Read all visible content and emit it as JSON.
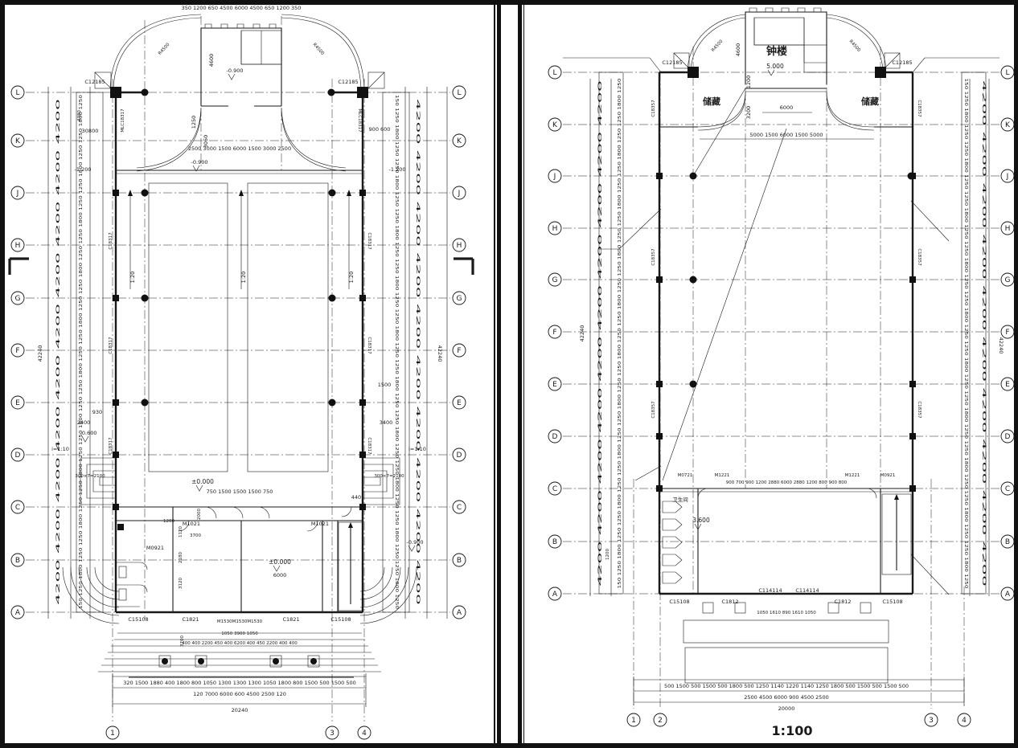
{
  "sheet": {
    "scale": "1:100"
  },
  "left": {
    "rows": [
      "L",
      "K",
      "J",
      "H",
      "G",
      "F",
      "E",
      "D",
      "C",
      "B",
      "A"
    ],
    "cols": [
      "1",
      "3",
      "4"
    ],
    "labels": {
      "c12185": "C12185",
      "mlc": "MLC18317",
      "c18317": "C18317",
      "ramp20": "1:20",
      "ramp10": "i=1:10",
      "r4500": "R4500",
      "m1530row": "M1530M1530M1530",
      "m1021": "M1021",
      "m0921": "M0921",
      "c15108": "C15108",
      "c1821": "C1821",
      "steps": "300×7=2100"
    },
    "levels": {
      "tower": "-0.900",
      "narthex": "-0.900",
      "nave": "±0.000",
      "vestibule": "±0.000",
      "porch": "-0.900",
      "side_l": "-1.200",
      "side_r": "-1.200",
      "ramp": "-0.600"
    },
    "dims": {
      "top": "350 1200 650        4500                    6000                    4500        650 1200 350",
      "below_k": "2500      3000      1500          6000          1500      3000      2500",
      "tower_h": "4600",
      "t1250": "1250",
      "t3050": "3050",
      "w30800": "30800",
      "w900600": "900 600",
      "n4380": "4380",
      "n930": "930",
      "n2400": "2400",
      "n3400": "3400",
      "n1500": "1500",
      "n440": "440",
      "vestibule_doors": "750   1500   1500   1500   750",
      "r2000": "2000",
      "r1120": "1120",
      "r3700": "3700",
      "r2180": "2180",
      "r3120": "3120",
      "r1200": "1200",
      "r6000": "6000",
      "porch_upper": "1050          3900          1050",
      "porch_row": "400 400  2200  450 400      6200      400 450  2200  400 400",
      "p3700": "3700",
      "bottom1": "320 1500  1880 400 1800 800 1050 1300 1300 1300 1050 1800 800 1500 500 1500 500",
      "bottom2": "120        7000                  6000            600      4500            2500      120",
      "total": "20240",
      "side_total": "42240",
      "side_bays": "4200      4200      4200      4200      4200      4200      4200      4200      4200      4200",
      "side_subs": "150 1250 1800 1250 1250 1800 1250 1250 1800 1250 1250 1800 1250 1250 1800 1250 1250 1800 1250 1250 1800 1250 1250 1800 1250 1250 1800 1250 1250 1800 1250"
    }
  },
  "right": {
    "rows": [
      "L",
      "K",
      "J",
      "H",
      "G",
      "F",
      "E",
      "D",
      "C",
      "B",
      "A"
    ],
    "cols": [
      "1",
      "2",
      "3",
      "4"
    ],
    "rooms": {
      "tower": "钟楼",
      "storage_l": "储藏",
      "storage_r": "储藏",
      "wc": "卫生间"
    },
    "levels": {
      "tower": "5.000",
      "hall": "3.600"
    },
    "labels": {
      "c12185": "C12185",
      "c18357": "C18357",
      "r4500": "R4500",
      "m0721": "M0721",
      "m1221": "M1221",
      "m0921": "M0921",
      "c15108": "C15108",
      "c1812": "C1812",
      "c114114": "C114114"
    },
    "dims": {
      "tower_h": "4600",
      "t1200": "1200",
      "t3200": "3200",
      "t6000": "6000",
      "below_k": "5000    1500              6000              1500    5000",
      "balcony": "900 700 900  1200    2880        6000        2880    1200  800 900 800",
      "porch": "1050   1610   890   1610   1050",
      "bottom1": "500 1500 500 1500 500 1800 500 1250 1140 1220 1140 1250 1800 500 1500 500 1500 500",
      "bottom2": "2500        4500              6000          900      4500            2500",
      "total": "20000",
      "side_total": "42240",
      "side_bays": "4200      4200      4200      4200      4200      4200      4200      4200      4200      4200",
      "side_subs": "150 1250 1800 1250 1250 1800 1250 1250 1800 1250 1250 1800 1250 1250 1800 1250 1250 1800 1250 1250 1800 1250 1250 1800 1250 1250 1800 1250 1250 1800 1250",
      "b1200": "1200"
    }
  }
}
